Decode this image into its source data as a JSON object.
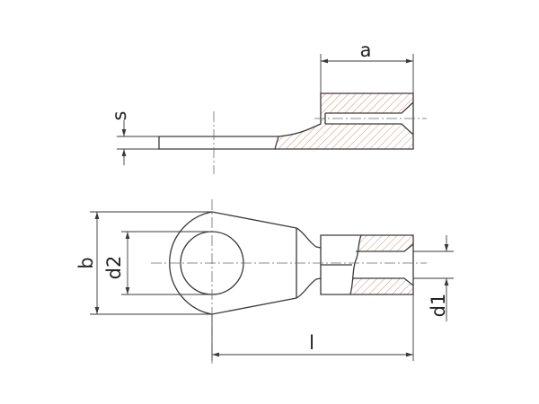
{
  "figure": {
    "labels": {
      "a": "a",
      "s": "s",
      "b": "b",
      "d2": "d2",
      "d1": "d1",
      "l": "l"
    },
    "colors": {
      "line": "#3a3a3a",
      "hatch": "#c87a5a",
      "background": "#ffffff"
    }
  }
}
